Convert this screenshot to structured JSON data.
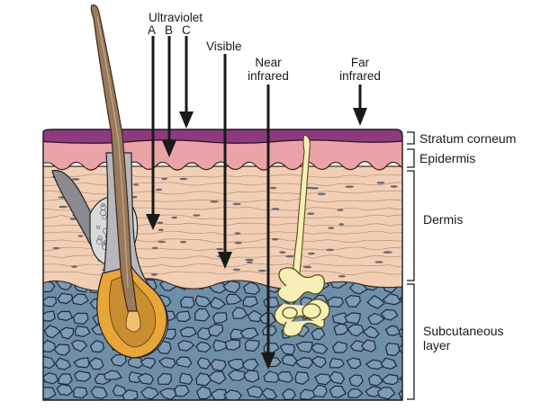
{
  "radiation": {
    "uv_title": "Ultraviolet",
    "uv_a": "A",
    "uv_b": "B",
    "uv_c": "C",
    "visible": "Visible",
    "near_ir_line1": "Near",
    "near_ir_line2": "infrared",
    "far_ir_line1": "Far",
    "far_ir_line2": "infrared"
  },
  "layers": {
    "stratum_corneum": "Stratum corneum",
    "epidermis": "Epidermis",
    "dermis": "Dermis",
    "subcutaneous_line1": "Subcutaneous",
    "subcutaneous_line2": "layer"
  },
  "colors": {
    "stratum_corneum": "#8e3a7e",
    "epidermis": "#eaa4a8",
    "dermis": "#f2cfb4",
    "subcutaneous": "#6f8ea8",
    "hair": "#9a7a5c",
    "follicle_bulb": "#e8a63a",
    "gland": "#f6efb8",
    "arrow": "#1a1a1a"
  }
}
